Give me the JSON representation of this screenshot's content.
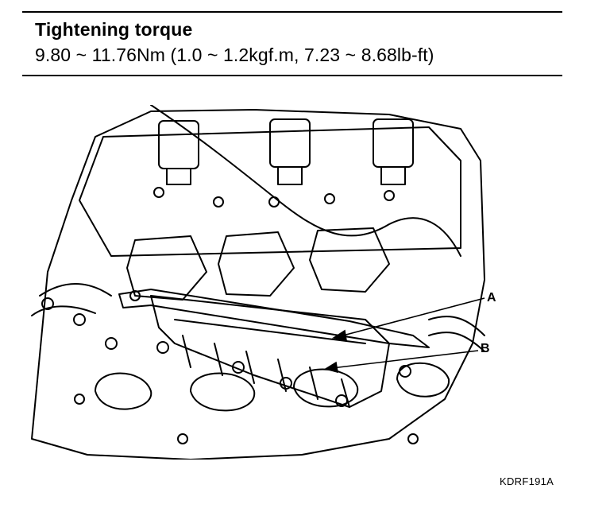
{
  "header": {
    "title": "Tightening torque",
    "spec": "9.80 ~ 11.76Nm (1.0 ~ 1.2kgf.m, 7.23 ~ 8.68lb-ft)"
  },
  "figure": {
    "callouts": {
      "a": "A",
      "b": "B"
    },
    "code": "KDRF191A"
  }
}
